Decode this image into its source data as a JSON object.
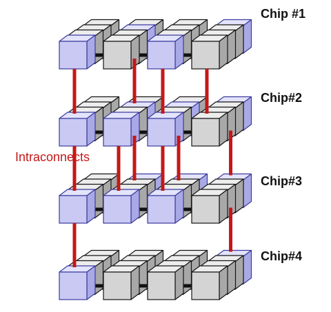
{
  "chips": [
    {
      "label": "Chip #1"
    },
    {
      "label": "Chip#2"
    },
    {
      "label": "Chip#3"
    },
    {
      "label": "Chip#4"
    }
  ],
  "intraconnects_label": "Intraconnects",
  "colors": {
    "blue_face": "#c9c9f4",
    "blue_top": "#e3e3fb",
    "blue_side": "#a9a9e6",
    "blue_edge": "#3b3b9e",
    "gray_face": "#d4d4d4",
    "gray_top": "#ededed",
    "gray_side": "#a8a8a8",
    "gray_edge": "#151515",
    "link": "#111111",
    "intraconnect": "#c41818",
    "label_red": "#c41818"
  },
  "layers": [
    {
      "grid": [
        "GGGB",
        "GBGG",
        "GGGG",
        "BGBG"
      ]
    },
    {
      "grid": [
        "GGGB",
        "GBBG",
        "GGGG",
        "BBBG"
      ]
    },
    {
      "grid": [
        "GBBB",
        "GGGG",
        "GGGG",
        "BBBG"
      ]
    },
    {
      "grid": [
        "GGGB",
        "GGGG",
        "GGGG",
        "BGGG"
      ]
    }
  ]
}
